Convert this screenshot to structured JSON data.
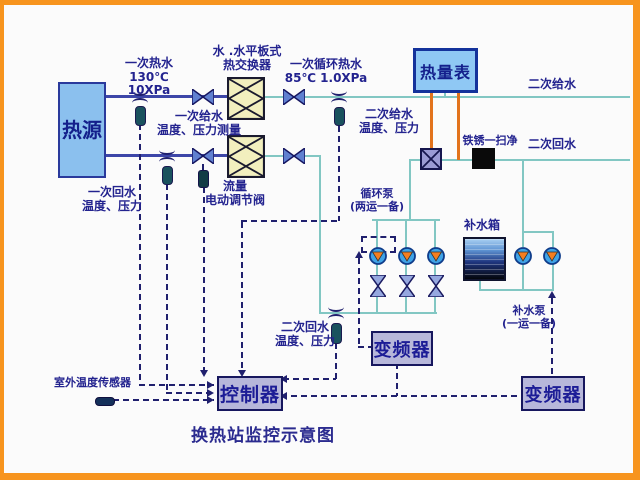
{
  "title": "换热站监控示意图",
  "colors": {
    "frame_orange": "#F7941E",
    "primary_pipe_blue": "#3D46A8",
    "secondary_pipe_teal": "#82C7C3",
    "meter_signal_orange": "#E2731C",
    "control_line_navy": "#20206E",
    "exchanger_fill": "#F2EFBE",
    "node_fill_blue": "#8FC8F4",
    "node_fill_gray": "#B7B7DA"
  },
  "nodes": {
    "heat_source": "热源",
    "heat_meter": "热量表",
    "controller": "控制器",
    "vfd_circulation": "变频器",
    "vfd_makeup": "变频器"
  },
  "labels": {
    "primary_hot": {
      "l1": "一次热水",
      "l2": "130℃  10XPa"
    },
    "exchanger": {
      "l1": "水 .水平板式",
      "l2": "热交换器"
    },
    "primary_circ": {
      "l1": "一次循环热水",
      "l2": "85℃  1.0XPa"
    },
    "secondary_supply": "二次给水",
    "secondary_return": "二次回水",
    "rust_filter": "铁锈一扫净",
    "primary_supply_meas": {
      "l1": "一次给水",
      "l2": "温度、压力测量"
    },
    "primary_return_meas": {
      "l1": "一次回水",
      "l2": "温度、压力"
    },
    "flow_valve": {
      "l1": "流量",
      "l2": "电动调节阀"
    },
    "secondary_supply_meas": {
      "l1": "二次给水",
      "l2": "温度、压力"
    },
    "circ_pump": {
      "l1": "循环泵",
      "l2": "(两运一备)"
    },
    "makeup_tank": "补水箱",
    "makeup_pump": {
      "l1": "补水泵",
      "l2": "(一运一备)"
    },
    "secondary_return_meas": {
      "l1": "二次回水",
      "l2": "温度、压力"
    },
    "outdoor_sensor": "室外温度传感器"
  }
}
